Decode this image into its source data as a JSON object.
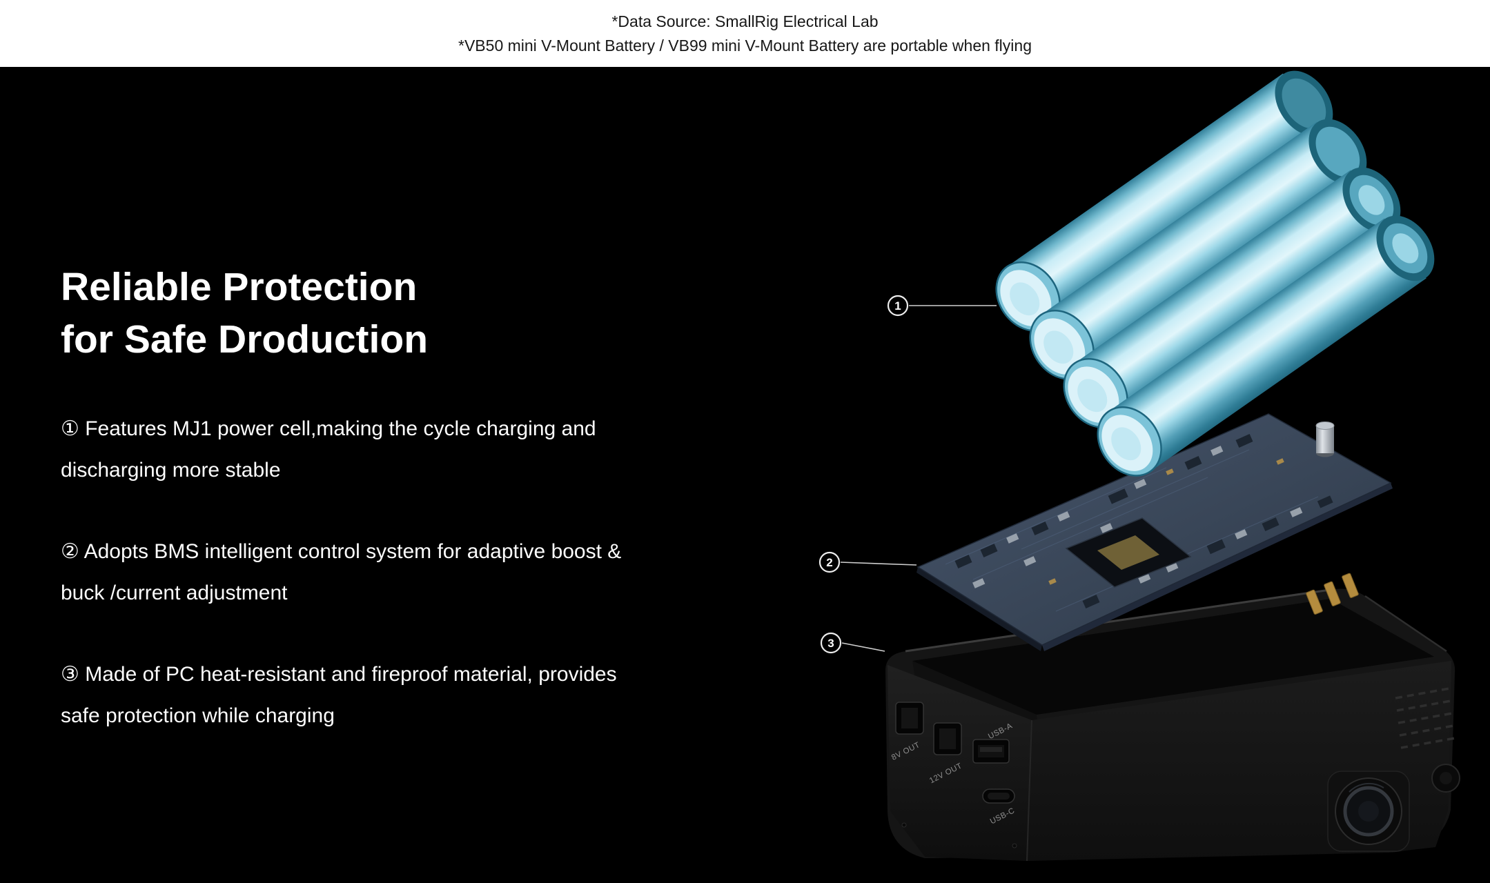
{
  "header": {
    "line1": "*Data Source: SmallRig Electrical Lab",
    "line2": "*VB50 mini V-Mount Battery / VB99 mini V-Mount Battery are portable when flying"
  },
  "content": {
    "title": [
      "Reliable Protection",
      "for Safe Droduction"
    ],
    "features": [
      [
        "① Features MJ1 power cell,making the cycle charging and",
        "discharging more stable"
      ],
      [
        "② Adopts BMS intelligent control system for adaptive boost &",
        "buck /current adjustment"
      ],
      [
        "③ Made of PC heat-resistant and fireproof material, provides",
        "safe protection while charging"
      ]
    ]
  },
  "diagram": {
    "callouts": [
      {
        "number": "1"
      },
      {
        "number": "2"
      },
      {
        "number": "3"
      }
    ],
    "ports": [
      "8V OUT",
      "12V OUT",
      "USB-A",
      "USB-C"
    ],
    "colors": {
      "background": "#000000",
      "battery_highlight": "#e2f6fb",
      "battery_mid": "#7cc0d4",
      "battery_dark": "#246d85",
      "pcb": "#3d4a5e",
      "housing": "#151515",
      "contact_gold": "#b48c3e"
    }
  }
}
